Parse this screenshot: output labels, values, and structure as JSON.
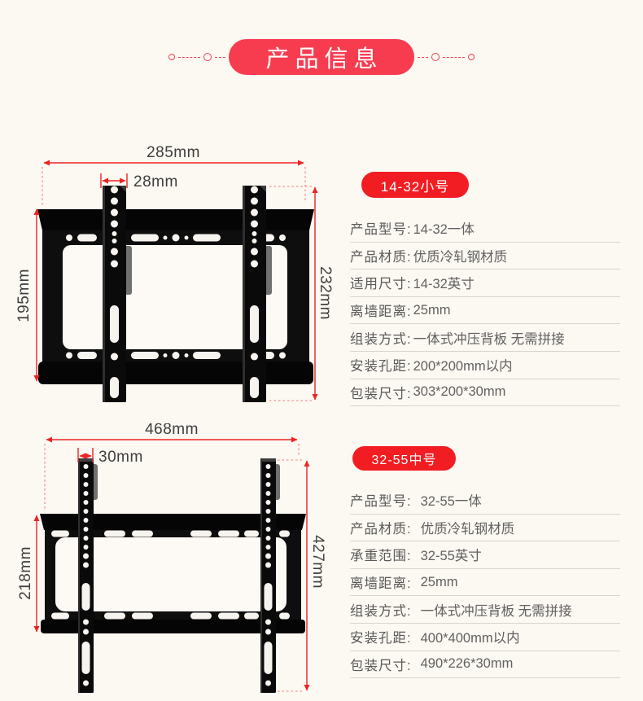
{
  "header": {
    "title": "产品信息"
  },
  "colors": {
    "banner_red": "#f83c50",
    "badge_red": "#f21d22",
    "dimension_red": "#ee2222",
    "bracket_black": "#0a0a0a",
    "page_background": "#fcf8f2"
  },
  "products": [
    {
      "badge": "14-32小号",
      "dimensions": {
        "width": "285mm",
        "rail_width": "28mm",
        "height_left": "195mm",
        "height_right": "232mm"
      },
      "specs": [
        {
          "label": "产品型号:",
          "value": "14-32一体"
        },
        {
          "label": "产品材质:",
          "value": "优质冷轧钢材质"
        },
        {
          "label": "适用尺寸:",
          "value": "14-32英寸"
        },
        {
          "label": "离墙距离:",
          "value": "25mm"
        },
        {
          "label": "组装方式:",
          "value": "一体式冲压背板 无需拼接"
        },
        {
          "label": "安装孔距:",
          "value": "200*200mm以内"
        },
        {
          "label": "包装尺寸:",
          "value": "303*200*30mm"
        }
      ]
    },
    {
      "badge": "32-55中号",
      "dimensions": {
        "width": "468mm",
        "rail_width": "30mm",
        "height_left": "218mm",
        "height_right": "427mm"
      },
      "specs": [
        {
          "label": "产品型号:",
          "value": "32-55一体"
        },
        {
          "label": "产品材质:",
          "value": "优质冷轧钢材质"
        },
        {
          "label": "承重范围:",
          "value": "32-55英寸"
        },
        {
          "label": "离墙距离:",
          "value": "25mm"
        },
        {
          "label": "组装方式:",
          "value": "一体式冲压背板 无需拼接"
        },
        {
          "label": "安装孔距:",
          "value": "400*400mm以内"
        },
        {
          "label": "包装尺寸:",
          "value": "490*226*30mm"
        }
      ]
    }
  ]
}
